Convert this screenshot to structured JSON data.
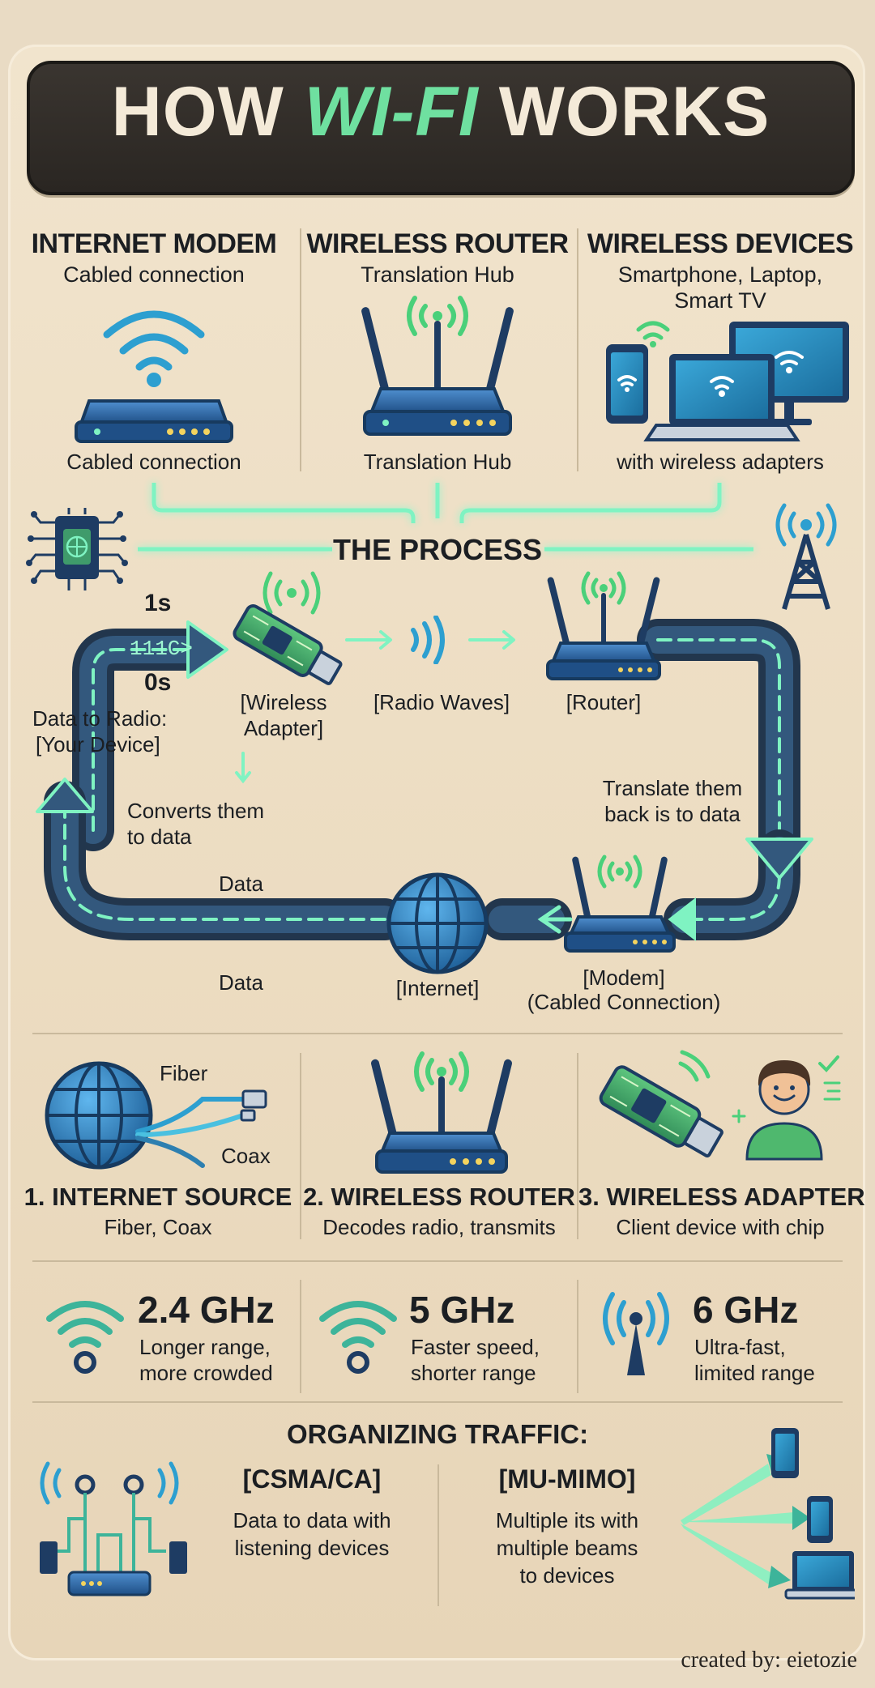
{
  "title": {
    "prefix": "HOW ",
    "highlight": "WI-FI",
    "suffix": " WORKS"
  },
  "top": [
    {
      "heading": "INTERNET MODEM",
      "subtitle": "Cabled connection",
      "caption": "Cabled connection"
    },
    {
      "heading": "WIRELESS ROUTER",
      "subtitle": "Translation Hub",
      "caption": "Translation Hub"
    },
    {
      "heading": "WIRELESS DEVICES",
      "subtitle_line1": "Smartphone, Laptop,",
      "subtitle_line2": "Smart TV",
      "caption": "with wireless adapters"
    }
  ],
  "process": {
    "title": "THE PROCESS",
    "ones": "1s",
    "zeros": "0s",
    "bits": "111C>",
    "data_to_radio_1": "Data to Radio:",
    "data_to_radio_2": "[Your Device]",
    "wireless_adapter_1": "[Wireless",
    "wireless_adapter_2": "Adapter]",
    "radio_waves": "[Radio Waves]",
    "router": "[Router]",
    "translate_1": "Translate them",
    "translate_2": "back is to data",
    "converts_1": "Converts them",
    "converts_2": "to data",
    "data_top": "Data",
    "data_bottom": "Data",
    "internet": "[Internet]",
    "modem_1": "[Modem]",
    "modem_2": "(Cabled Connection)"
  },
  "components": [
    {
      "heading": "1. INTERNET SOURCE",
      "subtitle": "Fiber, Coax",
      "fiber": "Fiber",
      "coax": "Coax"
    },
    {
      "heading": "2. WIRELESS ROUTER",
      "subtitle": "Decodes radio, transmits"
    },
    {
      "heading": "3. WIRELESS ADAPTER",
      "subtitle": "Client device with chip"
    }
  ],
  "bands": [
    {
      "freq": "2.4 GHz",
      "line1": "Longer range,",
      "line2": "more crowded"
    },
    {
      "freq": "5 GHz",
      "line1": "Faster speed,",
      "line2": "shorter range"
    },
    {
      "freq": "6 GHz",
      "line1": "Ultra-fast,",
      "line2": "limited range"
    }
  ],
  "traffic": {
    "title": "ORGANIZING TRAFFIC:",
    "csma": {
      "heading": "[CSMA/CA]",
      "line1": "Data to data with",
      "line2": "listening devices"
    },
    "mumimo": {
      "heading": "[MU-MIMO]",
      "line1": "Multiple its with",
      "line2": "multiple beams",
      "line3": "to devices"
    }
  },
  "credit": "created by: eietozie",
  "colors": {
    "accent": "#6fe0a0",
    "router_blue": "#2f5c8f",
    "pipe_dark": "#22364d",
    "glow": "#7ff3c2"
  }
}
